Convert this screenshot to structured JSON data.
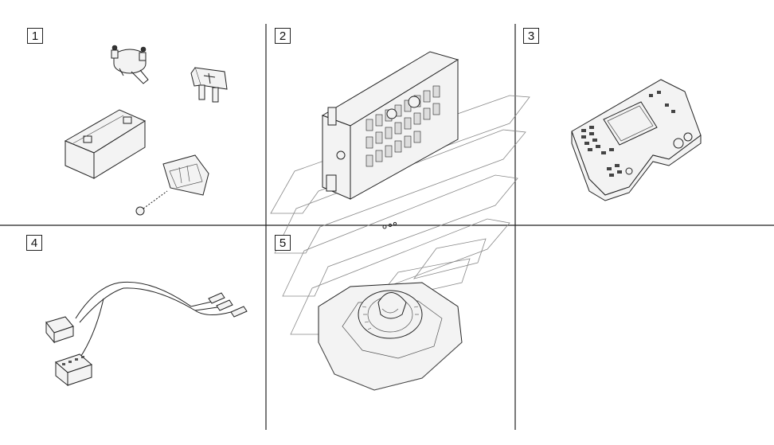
{
  "panels": [
    {
      "id": "panel-1",
      "number": "1"
    },
    {
      "id": "panel-2",
      "number": "2"
    },
    {
      "id": "panel-3",
      "number": "3"
    },
    {
      "id": "panel-4",
      "number": "4"
    },
    {
      "id": "panel-5",
      "number": "5"
    }
  ],
  "colors": {
    "line": "#222222",
    "background": "#ffffff",
    "fill": "#f3f3f3"
  }
}
